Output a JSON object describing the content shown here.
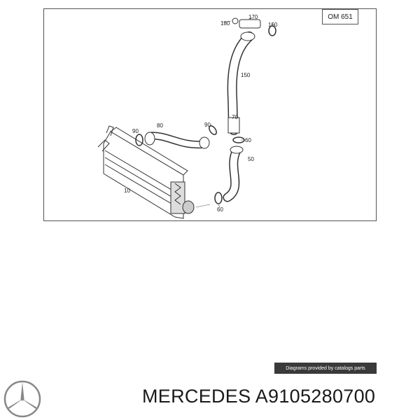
{
  "diagram": {
    "engine_label": "OM 651",
    "part_labels": [
      "180",
      "170",
      "160",
      "150",
      "90",
      "80",
      "90",
      "70",
      "60",
      "50",
      "10",
      "60"
    ]
  },
  "credit": "Diagrams provided by catalogs parts",
  "footer": {
    "brand_logo": "mercedes-star-icon",
    "brand": "MERCEDES",
    "part_number": "A9105280700"
  }
}
